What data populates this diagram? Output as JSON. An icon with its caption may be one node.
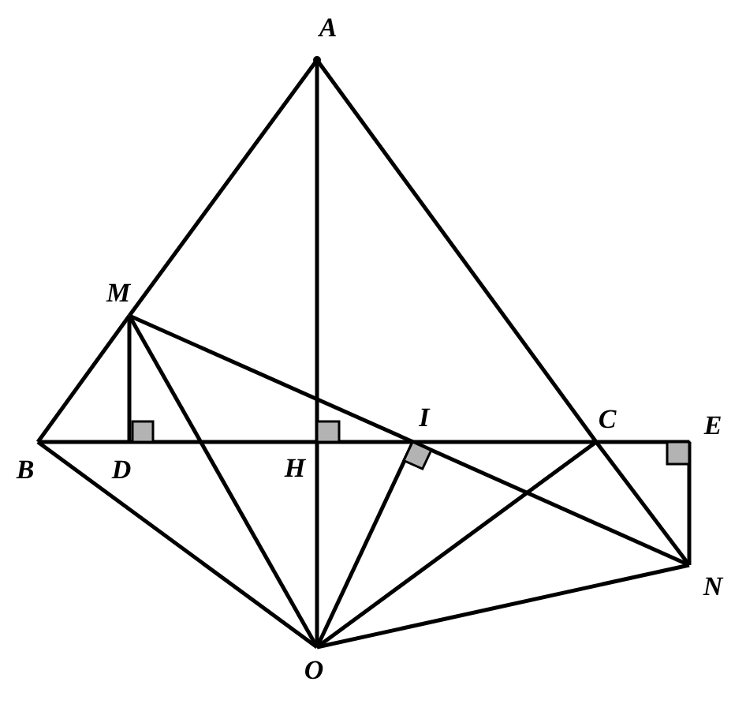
{
  "diagram": {
    "nodes": [
      {
        "text": [
          "A"
        ]
      },
      {
        "text": [
          "M"
        ]
      },
      {
        "text": [
          "B"
        ]
      },
      {
        "text": [
          "D"
        ]
      },
      {
        "text": [
          "H"
        ]
      },
      {
        "text": [
          "I"
        ]
      },
      {
        "text": [
          "C"
        ]
      },
      {
        "text": [
          "E"
        ]
      },
      {
        "text": [
          "N"
        ]
      },
      {
        "text": [
          "O"
        ]
      }
    ],
    "edges": [
      {
        "from": 0,
        "to": 1,
        "arrow": "none"
      },
      {
        "from": 1,
        "to": 2,
        "arrow": "none"
      },
      {
        "from": 0,
        "to": 4,
        "arrow": "none"
      },
      {
        "from": 4,
        "to": 9,
        "arrow": "none"
      },
      {
        "from": 0,
        "to": 6,
        "arrow": "none"
      },
      {
        "from": 6,
        "to": 8,
        "arrow": "none"
      },
      {
        "from": 2,
        "to": 3,
        "arrow": "none"
      },
      {
        "from": 3,
        "to": 4,
        "arrow": "none"
      },
      {
        "from": 4,
        "to": 5,
        "arrow": "none"
      },
      {
        "from": 5,
        "to": 6,
        "arrow": "none"
      },
      {
        "from": 6,
        "to": 7,
        "arrow": "none"
      },
      {
        "from": 1,
        "to": 3,
        "arrow": "none"
      },
      {
        "from": 1,
        "to": 9,
        "arrow": "none"
      },
      {
        "from": 1,
        "to": 5,
        "arrow": "none"
      },
      {
        "from": 5,
        "to": 8,
        "arrow": "none"
      },
      {
        "from": 2,
        "to": 9,
        "arrow": "none"
      },
      {
        "from": 9,
        "to": 5,
        "arrow": "none"
      },
      {
        "from": 9,
        "to": 6,
        "arrow": "none"
      },
      {
        "from": 9,
        "to": 8,
        "arrow": "none"
      },
      {
        "from": 7,
        "to": 8,
        "arrow": "none"
      }
    ]
  }
}
